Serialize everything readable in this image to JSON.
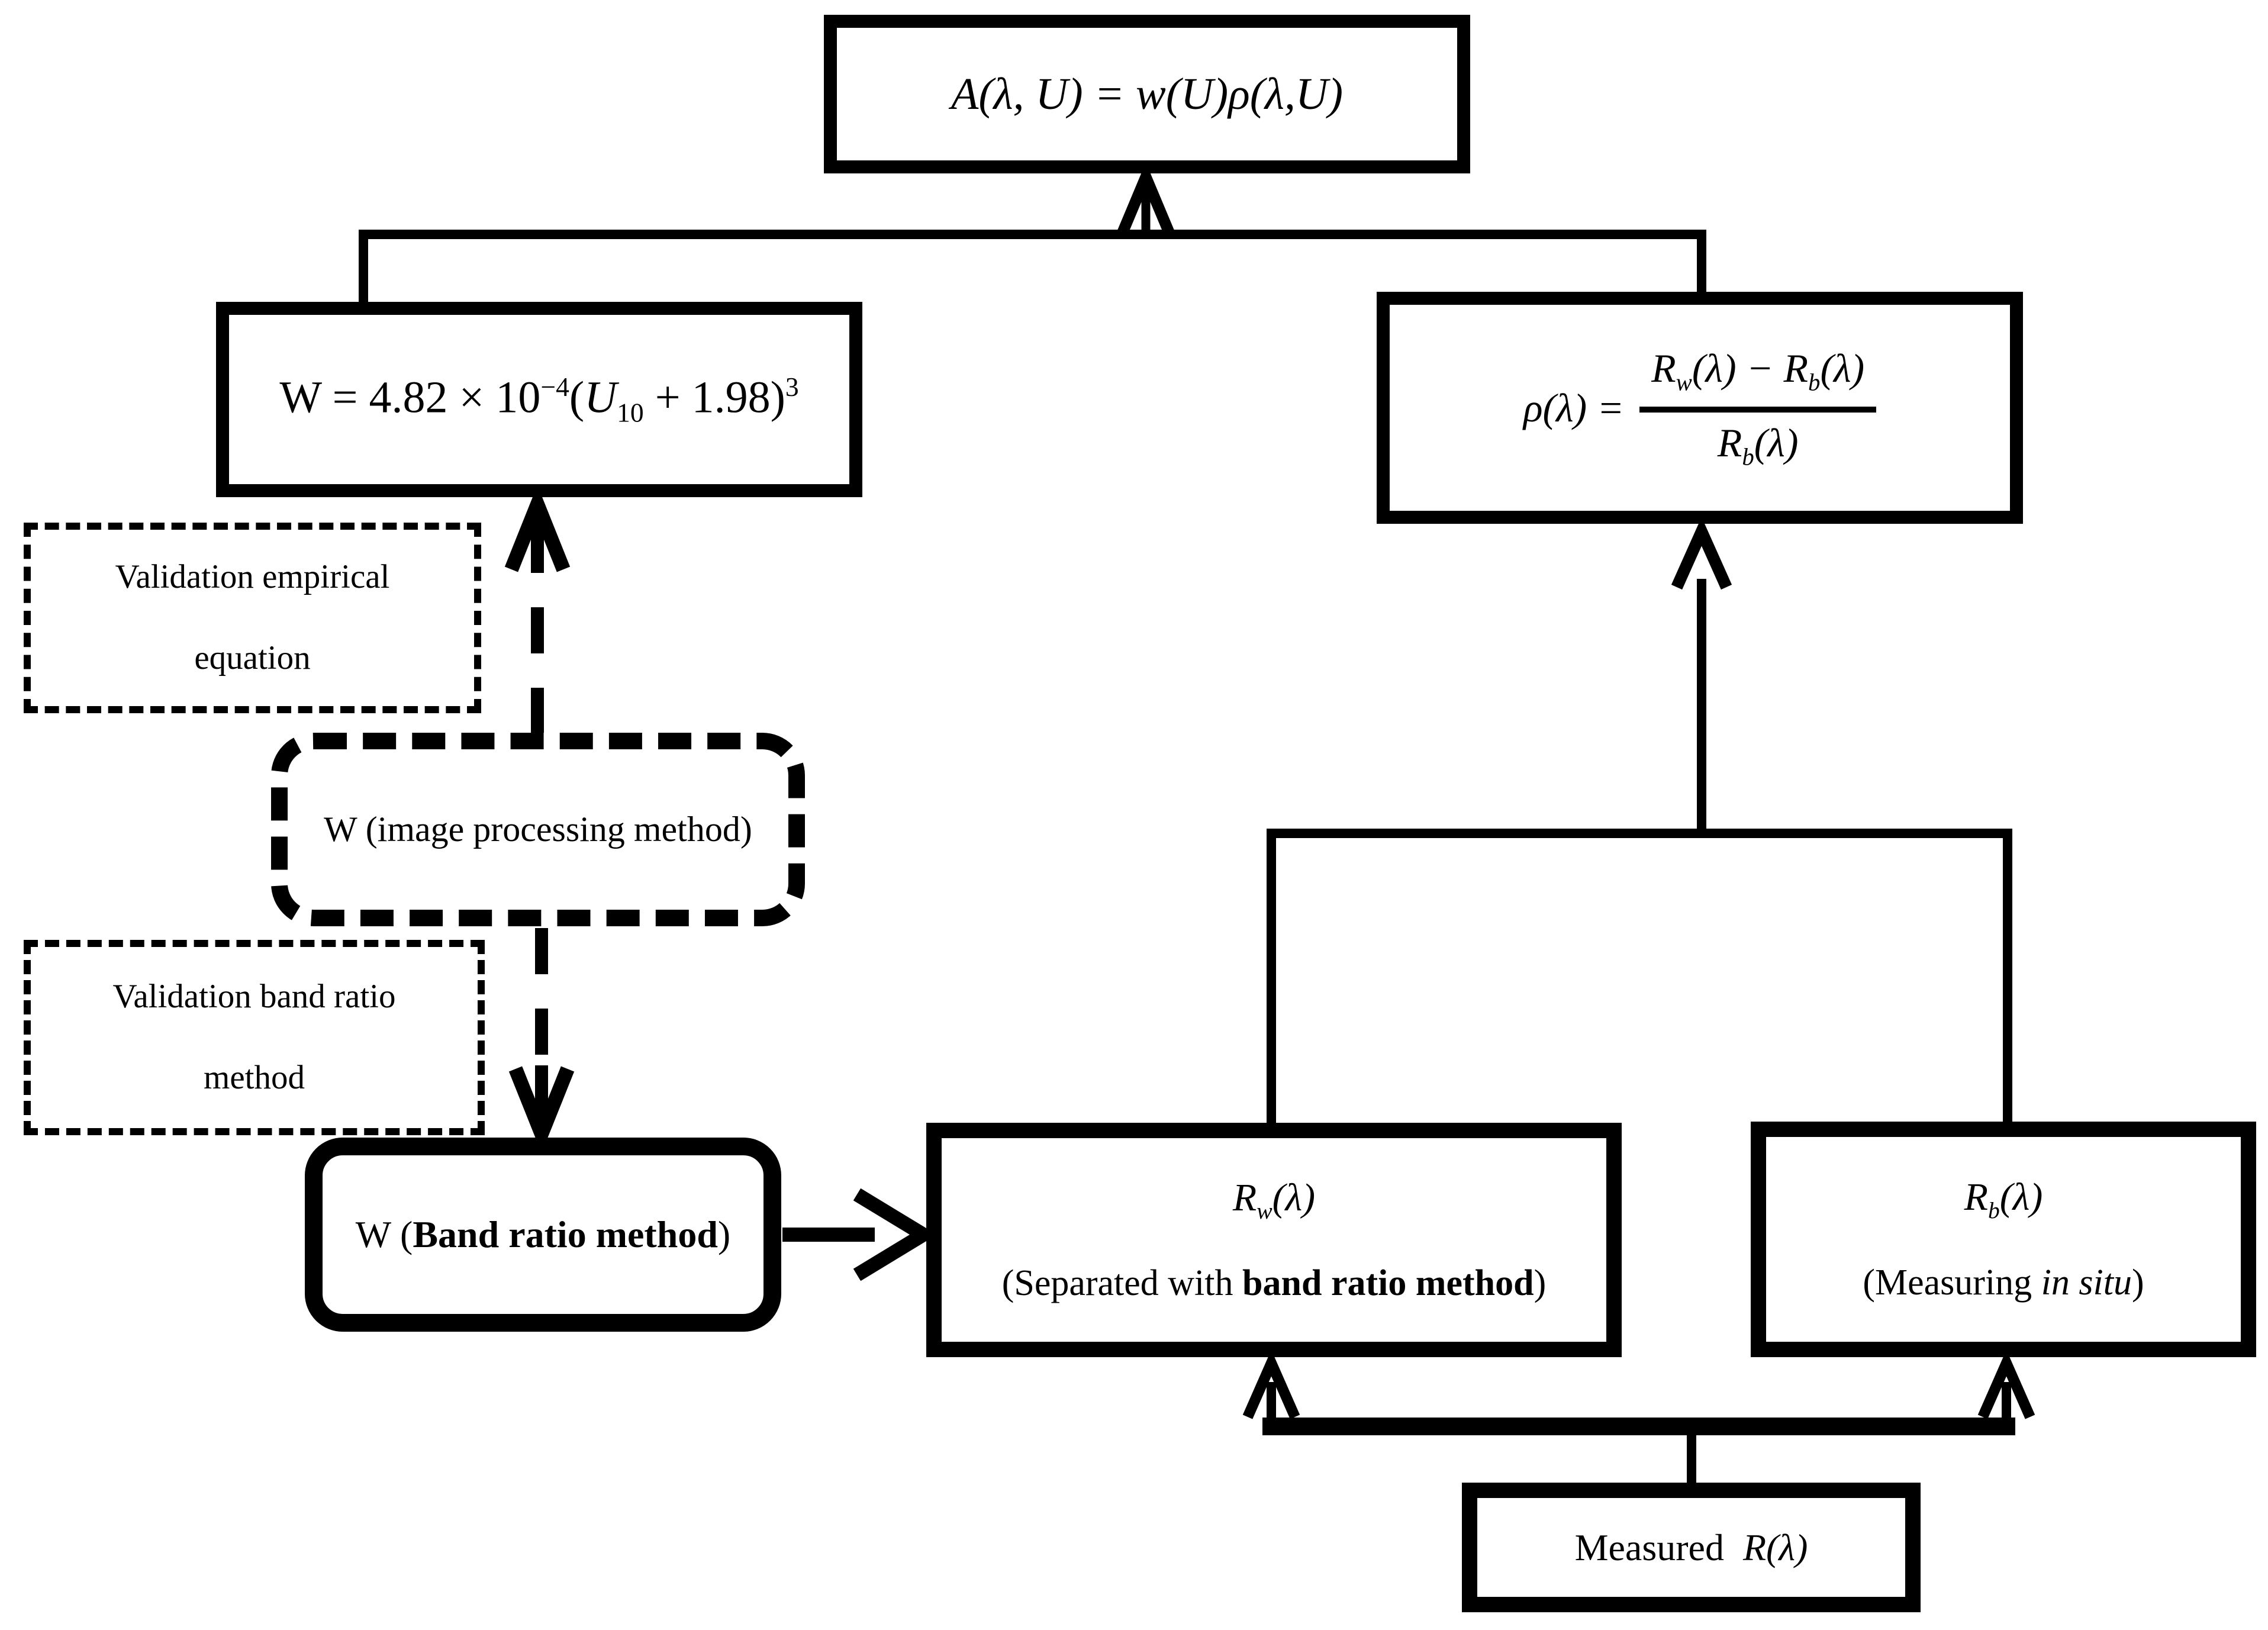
{
  "diagram": {
    "colors": {
      "ink": "#000000",
      "background": "#ffffff"
    },
    "boxes": {
      "a_formula": {
        "rich": [
          {
            "t": "A(λ, U) = w(U)ρ(λ,U)",
            "i": 1
          }
        ]
      },
      "w_formula": {
        "rich": [
          {
            "t": "W = 4.82 × 10"
          },
          {
            "t": "−4",
            "sup": 1
          },
          {
            "t": "("
          },
          {
            "t": "U",
            "i": 1
          },
          {
            "t": "10",
            "sub": 1
          },
          {
            "t": " + 1.98)"
          },
          {
            "t": "3",
            "sup": 1
          }
        ]
      },
      "rho_formula": {
        "lhs": [
          {
            "t": "ρ(λ) =",
            "i": 1
          }
        ],
        "numerator": [
          {
            "t": "R",
            "i": 1
          },
          {
            "t": "w",
            "i": 1,
            "sub": 1
          },
          {
            "t": "(λ) − ",
            "i": 1
          },
          {
            "t": "R",
            "i": 1
          },
          {
            "t": "b",
            "i": 1,
            "sub": 1
          },
          {
            "t": "(λ)",
            "i": 1
          }
        ],
        "denominator": [
          {
            "t": "R",
            "i": 1
          },
          {
            "t": "b",
            "i": 1,
            "sub": 1
          },
          {
            "t": "(λ)",
            "i": 1
          }
        ]
      },
      "validation_empirical": {
        "lines": [
          "Validation empirical",
          "equation"
        ]
      },
      "image_processing": {
        "rich": [
          {
            "t": "W (image processing method)"
          }
        ]
      },
      "validation_band_ratio": {
        "lines": [
          "Validation band ratio",
          "method"
        ]
      },
      "band_ratio": {
        "rich": [
          {
            "t": "W ("
          },
          {
            "t": "Band ratio method",
            "b": 1
          },
          {
            "t": ")"
          }
        ]
      },
      "rw": {
        "title": [
          {
            "t": "R",
            "i": 1
          },
          {
            "t": "w",
            "i": 1,
            "sub": 1
          },
          {
            "t": "(λ)",
            "i": 1
          }
        ],
        "subtitle": [
          {
            "t": "(Separated with "
          },
          {
            "t": "band ratio method",
            "b": 1
          },
          {
            "t": ")"
          }
        ]
      },
      "rb": {
        "title": [
          {
            "t": "R",
            "i": 1
          },
          {
            "t": "b",
            "i": 1,
            "sub": 1
          },
          {
            "t": "(λ)",
            "i": 1
          }
        ],
        "subtitle": [
          {
            "t": "(Measuring "
          },
          {
            "t": "in situ",
            "i": 1
          },
          {
            "t": ")"
          }
        ]
      },
      "measured": {
        "rich": [
          {
            "t": "Measured  "
          },
          {
            "t": "R",
            "i": 1
          },
          {
            "t": "(λ)",
            "i": 1
          }
        ]
      }
    }
  }
}
